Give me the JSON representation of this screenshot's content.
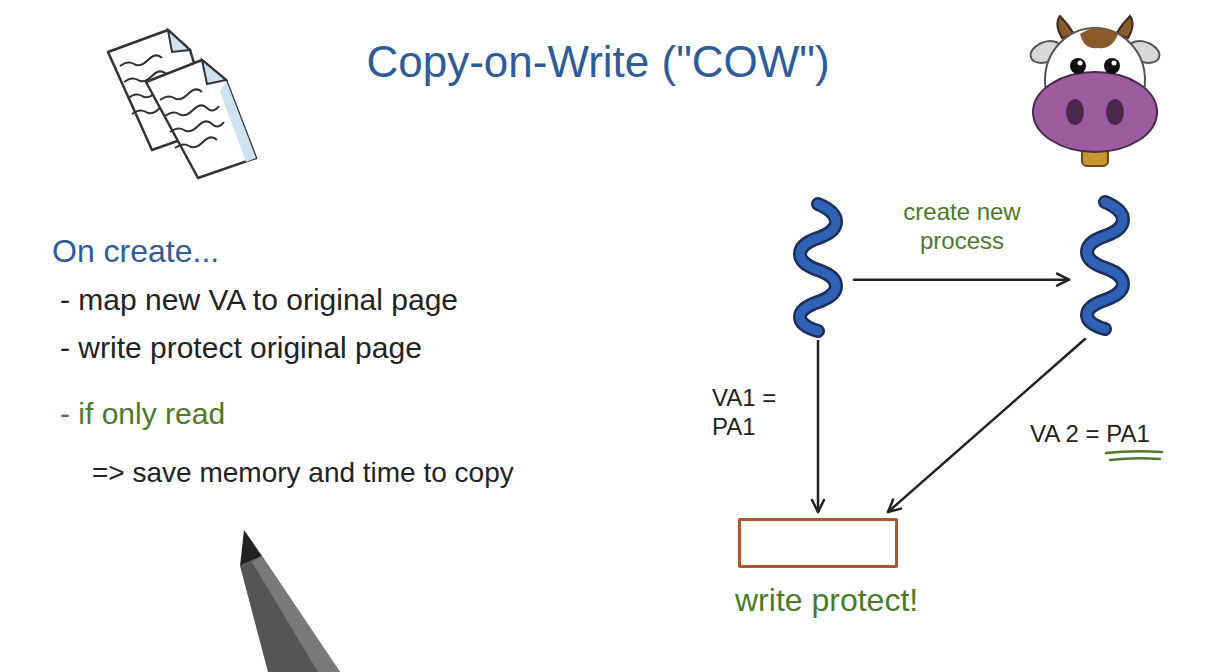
{
  "diagram": {
    "title": "Copy-on-Write (\"COW\")",
    "nodes": [
      {
        "text": []
      },
      {
        "text": []
      },
      {
        "text": [
          "write protect!"
        ]
      }
    ],
    "edges": [
      {
        "from": 0,
        "to": 1,
        "arrow": "to",
        "label": "create new process"
      },
      {
        "from": 0,
        "to": 2,
        "arrow": "to",
        "label": "VA1 = PA1"
      },
      {
        "from": 1,
        "to": 2,
        "arrow": "to",
        "label": "VA 2 = PA1"
      }
    ],
    "labels": [
      "On create...",
      "- map new VA to original page",
      "- write protect original page",
      "- if only read",
      "=> save memory and time to copy"
    ]
  }
}
